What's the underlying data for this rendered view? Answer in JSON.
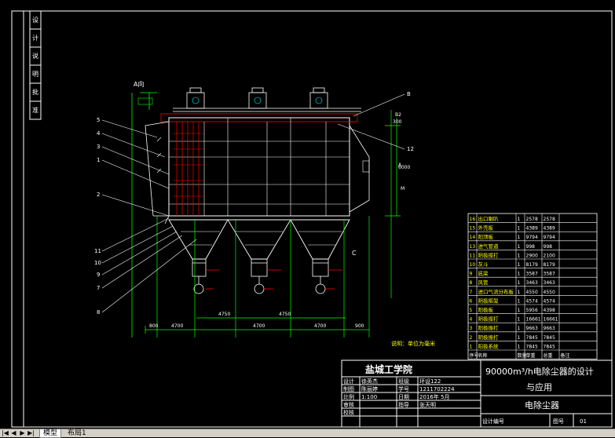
{
  "drawing": {
    "section_label": "A向",
    "note": "说明：单位为毫米",
    "top_right_labels": [
      "B",
      "B2"
    ],
    "mid_right_labels": [
      "A",
      "M",
      "12"
    ],
    "hopper_label": "C",
    "left_callouts": [
      "5",
      "4",
      "3",
      "1",
      "2",
      "11",
      "10",
      "9",
      "7",
      "8"
    ],
    "right_callouts": [
      "B",
      "12"
    ],
    "dimensions": {
      "bottom": [
        "800",
        "4700",
        "4700",
        "4700",
        "900"
      ],
      "lower_row": [
        "4750",
        "4750"
      ],
      "right_vertical": [
        "300",
        "6000"
      ]
    }
  },
  "side_strip": [
    "设",
    "计",
    "说",
    "明",
    "批",
    "准"
  ],
  "parts_list": {
    "headers": [
      "序号",
      "名称",
      "数量",
      "单重",
      "总重",
      "备注"
    ],
    "rows": [
      [
        "16",
        "出口喇叭",
        "1",
        "2578",
        "2578",
        ""
      ],
      [
        "15",
        "外壳板",
        "1",
        "4389",
        "4389",
        ""
      ],
      [
        "14",
        "阳顶板",
        "1",
        "9794",
        "9794",
        ""
      ],
      [
        "13",
        "进气管道",
        "1",
        "998",
        "998",
        ""
      ],
      [
        "11",
        "阴极振打",
        "1",
        "2900",
        "2100",
        ""
      ],
      [
        "10",
        "灰斗",
        "1",
        "8179",
        "8179",
        ""
      ],
      [
        "9",
        "底梁",
        "1",
        "3587",
        "3587",
        ""
      ],
      [
        "8",
        "风管",
        "1",
        "3463",
        "3463",
        ""
      ],
      [
        "7",
        "进口气流分布板",
        "1",
        "4550",
        "4550",
        ""
      ],
      [
        "6",
        "阴极框架",
        "1",
        "4574",
        "4574",
        ""
      ],
      [
        "5",
        "阳极板",
        "1",
        "5956",
        "4398",
        ""
      ],
      [
        "4",
        "阴极振打",
        "1",
        "16661",
        "16661",
        ""
      ],
      [
        "3",
        "阳极振打",
        "1",
        "9663",
        "9663",
        ""
      ],
      [
        "2",
        "阴极振打",
        "1",
        "7845",
        "7845",
        ""
      ],
      [
        "1",
        "阳极系统",
        "1",
        "7845",
        "7845",
        ""
      ]
    ]
  },
  "title_block": {
    "school": "盐城工学院",
    "project_title_line1": "90000m³/h电除尘器的设计",
    "project_title_line2": "与应用",
    "drawing_name": "电除尘器",
    "drawing_no_label": "设计编号",
    "page_label": "图号",
    "page_value": "01",
    "rows": [
      [
        "设计",
        "徐英杰",
        "班级",
        "环设122"
      ],
      [
        "制图",
        "陈丽婷",
        "学号",
        "1211702224"
      ],
      [
        "比例",
        "1:100",
        "日期",
        "2016年 5月"
      ],
      [
        "审核",
        "",
        "指导",
        "张天明"
      ],
      [
        "校核",
        "",
        "",
        ""
      ]
    ]
  },
  "tabs": {
    "nav": [
      "|◀",
      "◀",
      "▶",
      "▶|"
    ],
    "items": [
      "模型",
      "布局1"
    ]
  }
}
